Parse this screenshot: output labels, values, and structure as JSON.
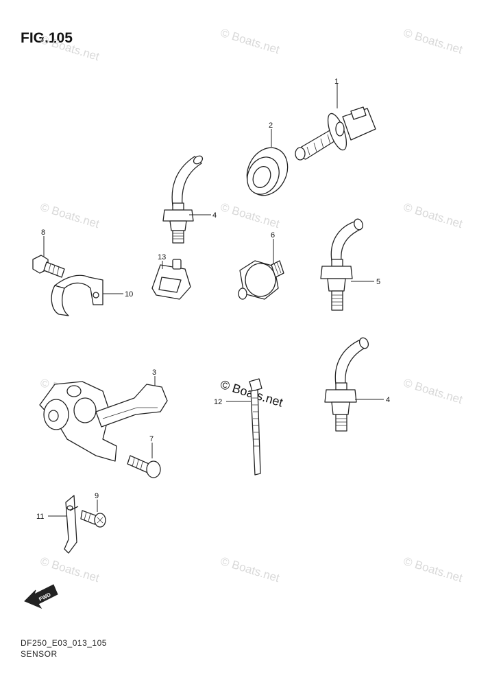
{
  "figure": {
    "title": "FIG.105",
    "code": "DF250_E03_013_105",
    "caption": "SENSOR"
  },
  "watermark": {
    "text": "© Boats.net"
  },
  "callouts": {
    "c1": "1",
    "c2": "2",
    "c3": "3",
    "c4a": "4",
    "c4b": "4",
    "c5": "5",
    "c6": "6",
    "c7": "7",
    "c8": "8",
    "c9": "9",
    "c10": "10",
    "c11": "11",
    "c12": "12",
    "c13": "13"
  },
  "fwd_arrow": {
    "text": "FWD"
  }
}
